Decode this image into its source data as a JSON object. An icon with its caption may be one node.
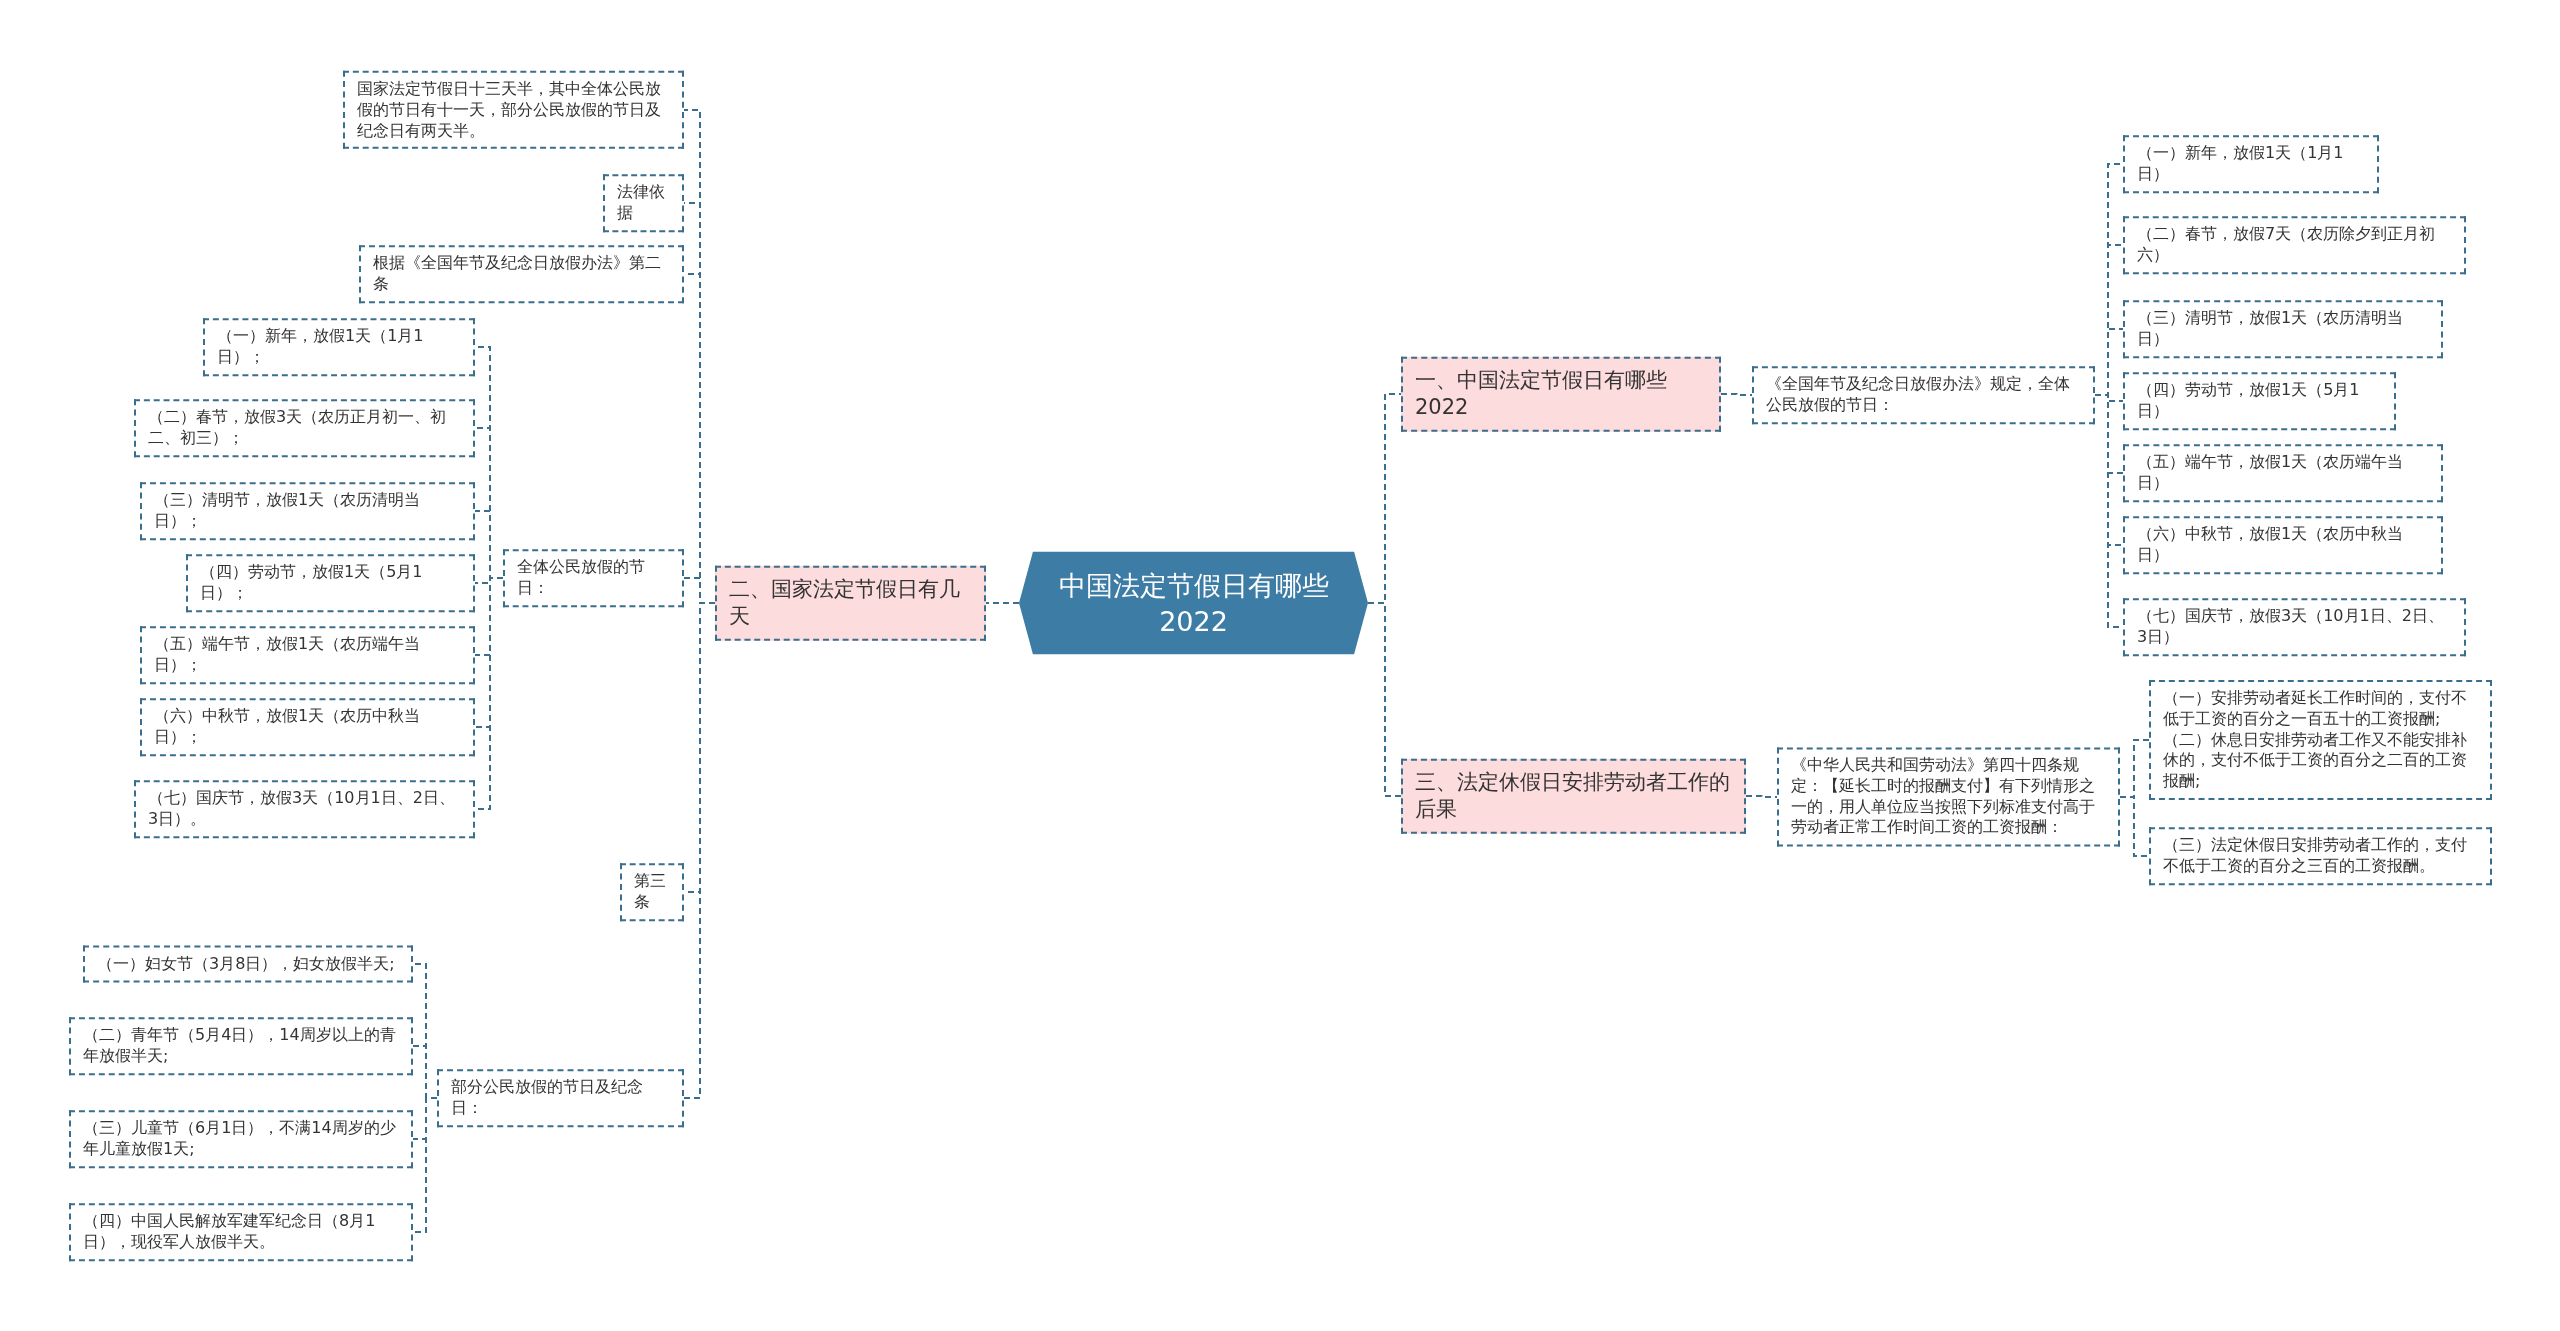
{
  "diagram": {
    "nodes": [
      {
        "text": [
          "中国法定节假日有哪些2022"
        ]
      },
      {
        "text": [
          "一、中国法定节假日有哪些2022"
        ]
      },
      {
        "text": [
          "《全国年节及纪念日放假办法》规定，全体公民放假的节日："
        ]
      },
      {
        "text": [
          "（一）新年，放假1天（1月1日）"
        ]
      },
      {
        "text": [
          "（二）春节，放假7天（农历除夕到正月初六）"
        ]
      },
      {
        "text": [
          "（三）清明节，放假1天（农历清明当日）"
        ]
      },
      {
        "text": [
          "（四）劳动节，放假1天（5月1日）"
        ]
      },
      {
        "text": [
          "（五）端午节，放假1天（农历端午当日）"
        ]
      },
      {
        "text": [
          "（六）中秋节，放假1天（农历中秋当日）"
        ]
      },
      {
        "text": [
          "（七）国庆节，放假3天（10月1日、2日、3日）"
        ]
      },
      {
        "text": [
          "三、法定休假日安排劳动者工作的后果"
        ]
      },
      {
        "text": [
          "《中华人民共和国劳动法》第四十四条规定：【延长工时的报酬支付】有下列情形之一的，用人单位应当按照下列标准支付高于劳动者正常工作时间工资的工资报酬："
        ]
      },
      {
        "text": [
          "（一）安排劳动者延长工作时间的，支付不低于工资的百分之一百五十的工资报酬;（二）休息日安排劳动者工作又不能安排补休的，支付不低于工资的百分之二百的工资报酬;"
        ]
      },
      {
        "text": [
          "（三）法定休假日安排劳动者工作的，支付不低于工资的百分之三百的工资报酬。"
        ]
      },
      {
        "text": [
          "二、国家法定节假日有几天"
        ]
      },
      {
        "text": [
          "国家法定节假日十三天半，其中全体公民放假的节日有十一天，部分公民放假的节日及纪念日有两天半。"
        ]
      },
      {
        "text": [
          "法律依据"
        ]
      },
      {
        "text": [
          "根据《全国年节及纪念日放假办法》第二条"
        ]
      },
      {
        "text": [
          "全体公民放假的节日："
        ]
      },
      {
        "text": [
          "（一）新年，放假1天（1月1日）；"
        ]
      },
      {
        "text": [
          "（二）春节，放假3天（农历正月初一、初二、初三）；"
        ]
      },
      {
        "text": [
          "（三）清明节，放假1天（农历清明当日）；"
        ]
      },
      {
        "text": [
          "（四）劳动节，放假1天（5月1日）；"
        ]
      },
      {
        "text": [
          "（五）端午节，放假1天（农历端午当日）；"
        ]
      },
      {
        "text": [
          "（六）中秋节，放假1天（农历中秋当日）；"
        ]
      },
      {
        "text": [
          "（七）国庆节，放假3天（10月1日、2日、3日）。"
        ]
      },
      {
        "text": [
          "第三条"
        ]
      },
      {
        "text": [
          "部分公民放假的节日及纪念日："
        ]
      },
      {
        "text": [
          "（一）妇女节（3月8日），妇女放假半天;"
        ]
      },
      {
        "text": [
          "（二）青年节（5月4日），14周岁以上的青年放假半天;"
        ]
      },
      {
        "text": [
          "（三）儿童节（6月1日），不满14周岁的少年儿童放假1天;"
        ]
      },
      {
        "text": [
          "（四）中国人民解放军建军纪念日（8月1日），现役军人放假半天。"
        ]
      }
    ],
    "edges": [
      {
        "from": 0,
        "to": 1,
        "arrow": "none"
      },
      {
        "from": 0,
        "to": 10,
        "arrow": "none"
      },
      {
        "from": 0,
        "to": 14,
        "arrow": "none"
      },
      {
        "from": 1,
        "to": 2,
        "arrow": "none"
      },
      {
        "from": 2,
        "to": 3,
        "arrow": "none"
      },
      {
        "from": 2,
        "to": 4,
        "arrow": "none"
      },
      {
        "from": 2,
        "to": 5,
        "arrow": "none"
      },
      {
        "from": 2,
        "to": 6,
        "arrow": "none"
      },
      {
        "from": 2,
        "to": 7,
        "arrow": "none"
      },
      {
        "from": 2,
        "to": 8,
        "arrow": "none"
      },
      {
        "from": 2,
        "to": 9,
        "arrow": "none"
      },
      {
        "from": 10,
        "to": 11,
        "arrow": "none"
      },
      {
        "from": 11,
        "to": 12,
        "arrow": "none"
      },
      {
        "from": 11,
        "to": 13,
        "arrow": "none"
      },
      {
        "from": 14,
        "to": 15,
        "arrow": "none"
      },
      {
        "from": 14,
        "to": 16,
        "arrow": "none"
      },
      {
        "from": 14,
        "to": 17,
        "arrow": "none"
      },
      {
        "from": 14,
        "to": 18,
        "arrow": "none"
      },
      {
        "from": 14,
        "to": 26,
        "arrow": "none"
      },
      {
        "from": 14,
        "to": 27,
        "arrow": "none"
      },
      {
        "from": 18,
        "to": 19,
        "arrow": "none"
      },
      {
        "from": 18,
        "to": 20,
        "arrow": "none"
      },
      {
        "from": 18,
        "to": 21,
        "arrow": "none"
      },
      {
        "from": 18,
        "to": 22,
        "arrow": "none"
      },
      {
        "from": 18,
        "to": 23,
        "arrow": "none"
      },
      {
        "from": 18,
        "to": 24,
        "arrow": "none"
      },
      {
        "from": 18,
        "to": 25,
        "arrow": "none"
      },
      {
        "from": 27,
        "to": 28,
        "arrow": "none"
      },
      {
        "from": 27,
        "to": 29,
        "arrow": "none"
      },
      {
        "from": 27,
        "to": 30,
        "arrow": "none"
      },
      {
        "from": 27,
        "to": 31,
        "arrow": "none"
      }
    ]
  }
}
